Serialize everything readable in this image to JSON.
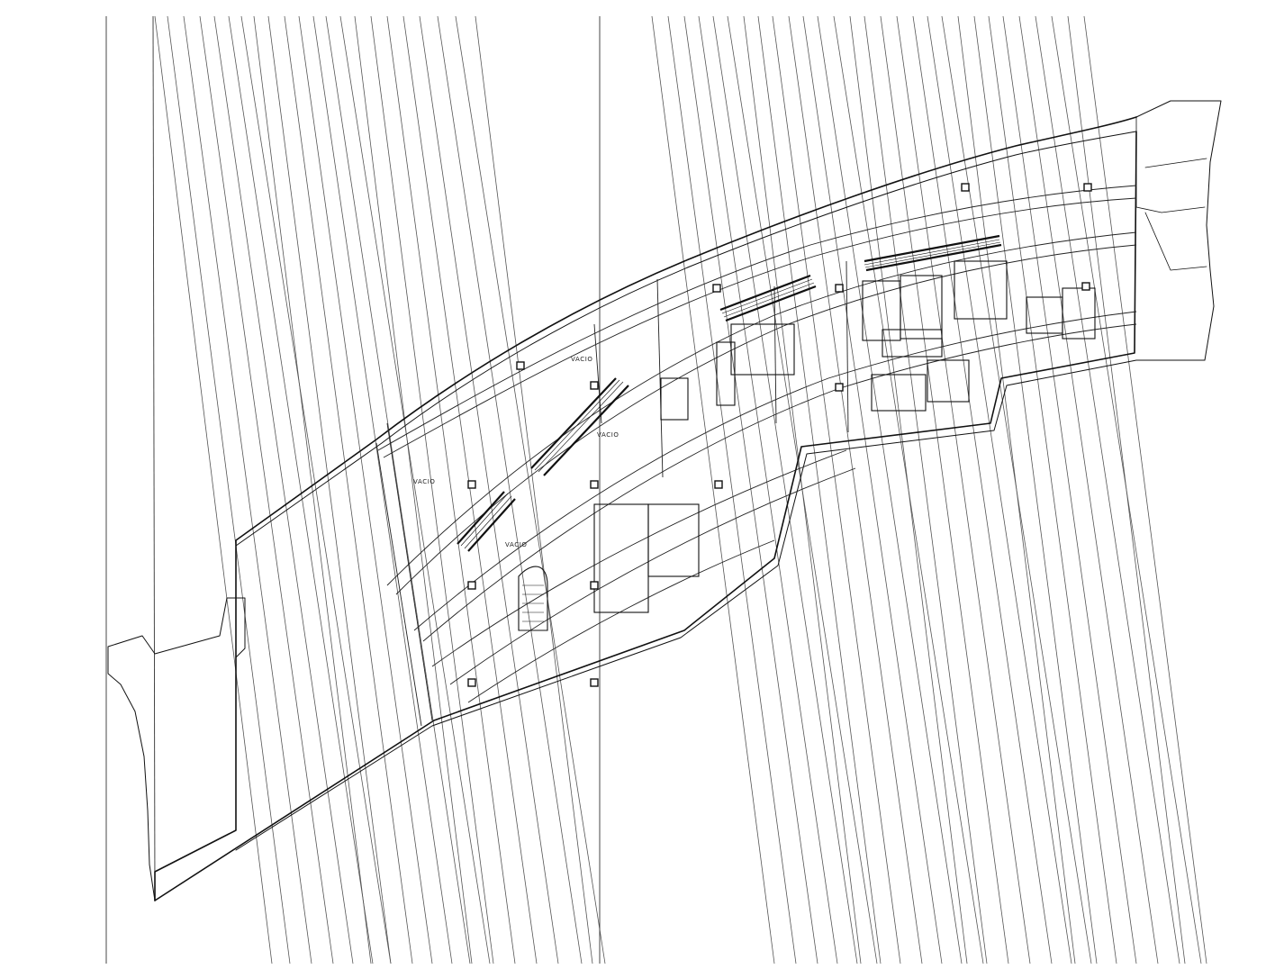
{
  "drawing": {
    "line_color": "#111111",
    "background": "#ffffff",
    "labels": {
      "void_upper": "VACIO",
      "void_left": "VACIO",
      "void_center": "VACIO",
      "void_lower": "VACIO"
    }
  }
}
